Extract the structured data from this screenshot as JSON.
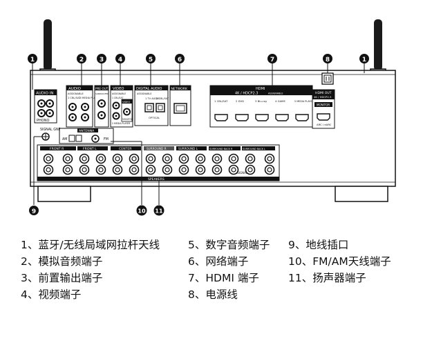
{
  "callouts": [
    "1",
    "2",
    "3",
    "4",
    "5",
    "6",
    "7",
    "8",
    "1",
    "9",
    "10",
    "11"
  ],
  "panel": {
    "audio_in_left": "AUDIO IN",
    "phono": "PHONO",
    "audio_in": "AUDIO",
    "audio_in_sub": "ASSIGNABLE",
    "cd_sat": "1 CBL/SAT",
    "media_player": "2 MEDIA PLAYER",
    "pre_out": "PRE OUT",
    "subwoofer": "SUBWOOFER",
    "video_in": "VIDEO",
    "video_assignable": "ASSIGNABLE",
    "video_cbl": "1 CBL/SAT",
    "video_media": "2 MEDIA PLAYER",
    "video_out": "VIDEO",
    "monitor_out": "MONITOR",
    "digital_audio": "DIGITAL AUDIO",
    "digital_assignable": "ASSIGNABLE",
    "tv_audio": "1 TV AUDIO",
    "cbl_sat": "2 CBL/SAT",
    "optical": "OPTICAL",
    "network": "NETWORK",
    "hdmi": "HDMI",
    "hdmi_sub": "4K / HDCP2.3",
    "hdmi_assignable": "ASSIGNABLE",
    "hdmi_inputs": [
      "1 CBL/SAT",
      "2 DVD",
      "3 Blu-ray",
      "4 GAME",
      "5 MEDIA PLAYER"
    ],
    "hdmi_out": "HDMI OUT",
    "hdmi_out_sub": "4K / HDCP2.3",
    "monitor": "MONITOR",
    "arc": "ARC / eARC",
    "signal_gnd": "SIGNAL GND",
    "antenna": "ANTENNA",
    "am": "AM",
    "fm": "FM",
    "front_r": "FRONT R",
    "front_l": "FRONT L",
    "center": "CENTER",
    "surround_r": "SURROUND R",
    "surround_l": "SURROUND L",
    "surround_back_r": "SURROUND BACK R",
    "surround_back_l": "SURROUND BACK L",
    "assignable": "ASSIGNABLE",
    "speakers": "SPEAKERS"
  },
  "legend": [
    "1、蓝牙/无线局域网拉杆天线",
    "2、模拟音频端子",
    "3、前置输出端子",
    "4、视频端子",
    "5、数字音频端子",
    "6、网络端子",
    "7、HDMI  端子",
    "8、电源线",
    "9、地线插口",
    "10、FM/AM天线端子",
    "11、扬声器端子"
  ]
}
